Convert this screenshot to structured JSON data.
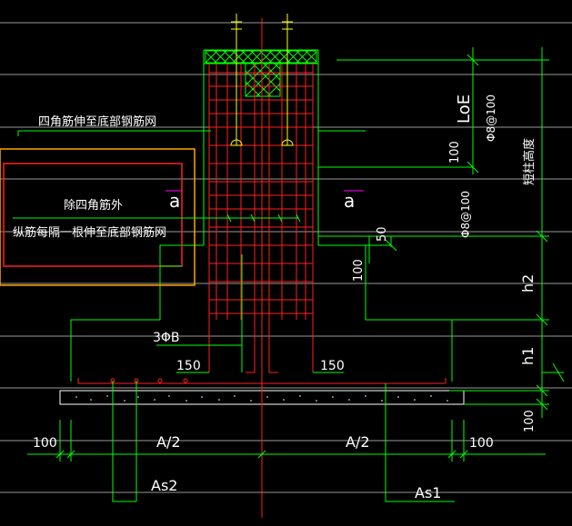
{
  "colors": {
    "background": "#000000",
    "rebar": "#ff2020",
    "dimension": "#00ff00",
    "outline": "#00ff00",
    "text": "#ffffff",
    "callout_outer": "#ffa500",
    "callout_inner": "#ff2020",
    "hatch": "#00ff00",
    "stirrup_hook": "#ffff00",
    "grid_line": "#9a9a9a"
  },
  "labels": {
    "corner_bars_note": "四角筋伸至底部钢筋网",
    "other_bars_note_line1": "除四角筋外",
    "other_bars_note_line2": "纵筋每隔一根伸至底部钢筋网",
    "section_a_left": "a",
    "section_a_right": "a",
    "stirrups_count": "3ΦB",
    "offset_left": "150",
    "offset_right": "150",
    "dim_100_mid": "100",
    "dim_50": "50",
    "dim_100_left": "100",
    "dim_LoE": "LoE",
    "dim_h2": "h2",
    "dim_h1": "h1",
    "dim_100_bottom_right": "100",
    "stirrup_spacing_top": "Φ8@100",
    "stirrup_spacing_mid": "Φ8@100",
    "short_column_height": "短柱高度",
    "dim_100_bottom_left": "100",
    "dim_A2_left": "A/2",
    "dim_A2_right": "A/2",
    "dim_100_bottom_right2": "100",
    "rebar_As2": "As2",
    "rebar_As1": "As1"
  }
}
